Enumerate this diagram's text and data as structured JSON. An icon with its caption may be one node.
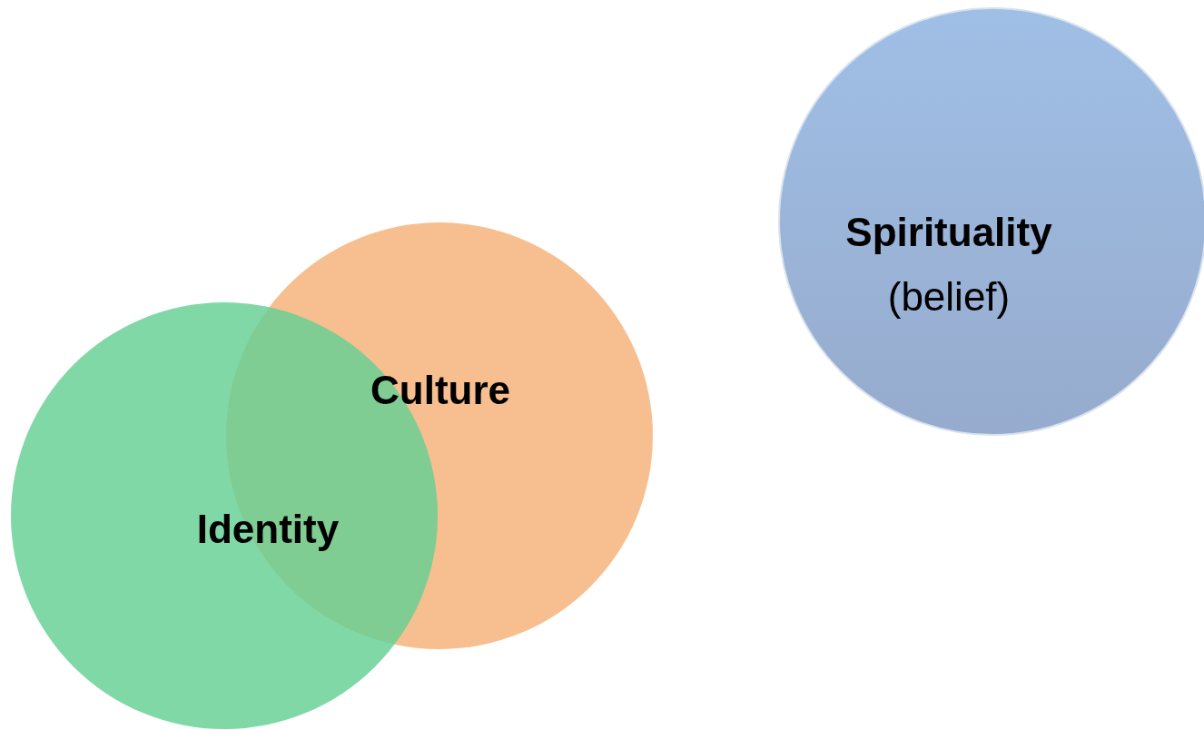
{
  "diagram": {
    "nodes": [
      {
        "text": [
          "Culture"
        ]
      },
      {
        "text": [
          "Identity"
        ]
      },
      {
        "text": [
          "Spirituality",
          "(belief)"
        ]
      }
    ]
  }
}
